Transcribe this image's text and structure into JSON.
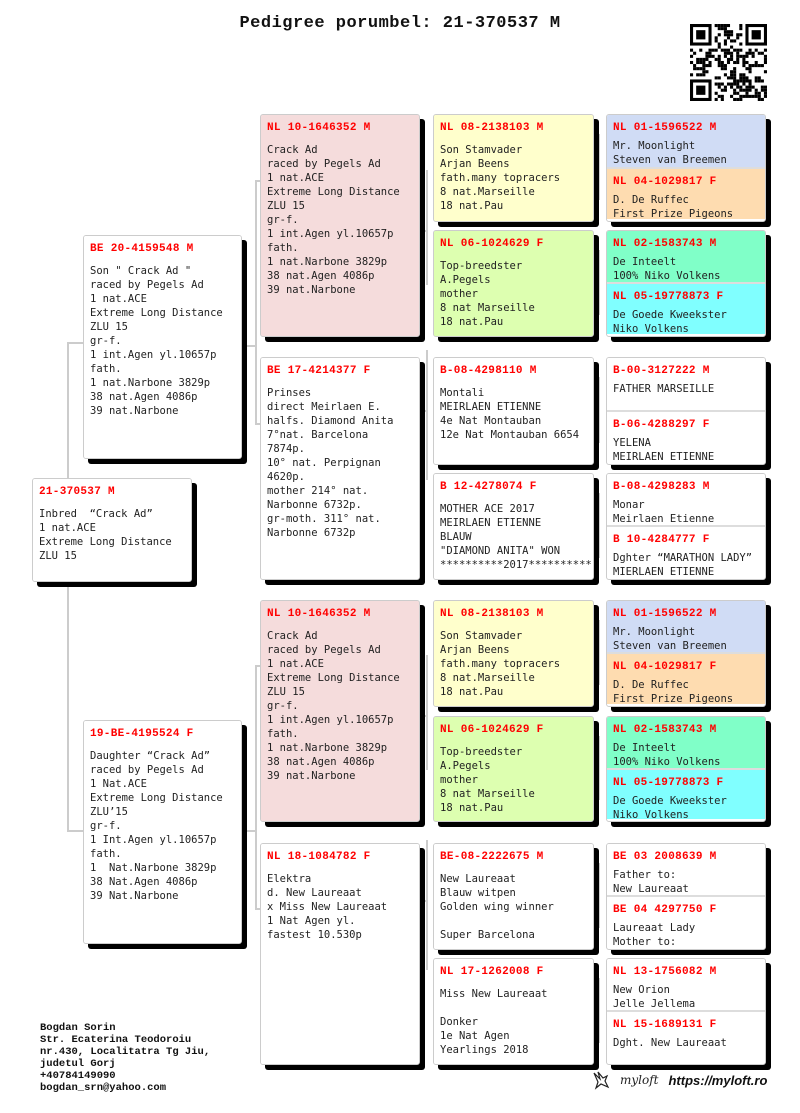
{
  "title": "Pedigree porumbel: 21-370537 M",
  "cards": [
    {
      "id": "subject",
      "header": "21-370537 M",
      "lines": [
        "Inbred  “Crack Ad”",
        "1 nat.ACE",
        "Extreme Long Distance",
        "ZLU 15"
      ],
      "color": "#ffffff"
    },
    {
      "id": "sire",
      "header": "BE 20-4159548 M",
      "lines": [
        "Son \" Crack Ad \"",
        "raced by Pegels Ad",
        "1 nat.ACE",
        "Extreme Long Distance",
        "ZLU 15",
        "gr-f.",
        "1 int.Agen yl.10657p",
        "fath.",
        "1 nat.Narbone 3829p",
        "38 nat.Agen 4086p",
        "39 nat.Narbone"
      ],
      "color": "#ffffff"
    },
    {
      "id": "dam",
      "header": "19-BE-4195524 F",
      "lines": [
        "Daughter “Crack Ad”",
        "raced by Pegels Ad",
        "1 Nat.ACE",
        "Extreme Long Distance",
        "ZLU’15",
        "gr-f.",
        "1 Int.Agen yl.10657p",
        "fath.",
        "1  Nat.Narbone 3829p",
        "38 Nat.Agen 4086p",
        "39 Nat.Narbone"
      ],
      "color": "#ffffff"
    },
    {
      "id": "ss",
      "header": "NL 10-1646352 M",
      "lines": [
        "Crack Ad",
        "raced by Pegels Ad",
        "1 nat.ACE",
        "Extreme Long Distance",
        "ZLU 15",
        "gr-f.",
        "1 int.Agen yl.10657p",
        "fath.",
        "1 nat.Narbone 3829p",
        "38 nat.Agen 4086p",
        "39 nat.Narbone"
      ],
      "color": "#f5dcdc"
    },
    {
      "id": "sd",
      "header": "BE 17-4214377 F",
      "lines": [
        "Prinses",
        "direct Meirlaen E.",
        "halfs. Diamond Anita",
        "7°nat. Barcelona",
        "7874p.",
        "10° nat. Perpignan",
        "4620p.",
        "mother 214° nat.",
        "Narbonne 6732p.",
        "gr-moth. 311° nat.",
        "Narbonne 6732p"
      ],
      "color": "#ffffff"
    },
    {
      "id": "ds",
      "header": "NL 10-1646352 M",
      "lines": [
        "Crack Ad",
        "raced by Pegels Ad",
        "1 nat.ACE",
        "Extreme Long Distance",
        "ZLU 15",
        "gr-f.",
        "1 int.Agen yl.10657p",
        "fath.",
        "1 nat.Narbone 3829p",
        "38 nat.Agen 4086p",
        "39 nat.Narbone"
      ],
      "color": "#f5dcdc"
    },
    {
      "id": "dd",
      "header": "NL 18-1084782 F",
      "lines": [
        "Elektra",
        "d. New Laureaat",
        "x Miss New Laureaat",
        "1 Nat Agen yl.",
        "fastest 10.530p"
      ],
      "color": "#ffffff"
    },
    {
      "id": "sss",
      "header": "NL 08-2138103 M",
      "lines": [
        "Son Stamvader",
        "Arjan Beens",
        "fath.many topracers",
        "8 nat.Marseille",
        "18 nat.Pau"
      ],
      "color": "#ffffcc"
    },
    {
      "id": "ssd",
      "header": "NL 06-1024629 F",
      "lines": [
        "Top-breedster",
        "A.Pegels",
        "mother",
        "8 nat Marseille",
        "18 nat.Pau"
      ],
      "color": "#ddffb0"
    },
    {
      "id": "sds",
      "header": "B-08-4298110 M",
      "lines": [
        "Montali",
        "MEIRLAEN ETIENNE",
        "4e Nat Montauban",
        "12e Nat Montauban 6654"
      ],
      "color": "#ffffff"
    },
    {
      "id": "sdd",
      "header": "B 12-4278074 F",
      "lines": [
        "MOTHER ACE 2017",
        "MEIRLAEN ETIENNE",
        "BLAUW",
        "\"DIAMOND ANITA\" WON",
        "**********2017**********"
      ],
      "color": "#ffffff"
    },
    {
      "id": "dss",
      "header": "NL 08-2138103 M",
      "lines": [
        "Son Stamvader",
        "Arjan Beens",
        "fath.many topracers",
        "8 nat.Marseille",
        "18 nat.Pau"
      ],
      "color": "#ffffcc"
    },
    {
      "id": "dsd",
      "header": "NL 06-1024629 F",
      "lines": [
        "Top-breedster",
        "A.Pegels",
        "mother",
        "8 nat Marseille",
        "18 nat.Pau"
      ],
      "color": "#ddffb0"
    },
    {
      "id": "dds",
      "header": "BE-08-2222675 M",
      "lines": [
        "New Laureaat",
        "Blauw witpen",
        "Golden wing winner",
        "",
        "Super Barcelona"
      ],
      "color": "#ffffff"
    },
    {
      "id": "ddd",
      "header": "NL 17-1262008 F",
      "lines": [
        "Miss New Laureaat",
        "",
        "Donker",
        "1e Nat Agen",
        "Yearlings 2018"
      ],
      "color": "#ffffff"
    }
  ],
  "gen4": [
    {
      "header": "NL 01-1596522 M",
      "lines": [
        "Mr. Moonlight",
        "Steven van Breemen"
      ],
      "color": "#d0dcf5"
    },
    {
      "header": "NL 04-1029817 F",
      "lines": [
        "D. De Ruffec",
        "First Prize Pigeons"
      ],
      "color": "#fedcb0"
    },
    {
      "header": "NL 02-1583743 M",
      "lines": [
        "De Inteelt",
        "100% Niko Volkens"
      ],
      "color": "#80ffc8"
    },
    {
      "header": "NL 05-19778873 F",
      "lines": [
        "De Goede Kweekster",
        "Niko Volkens"
      ],
      "color": "#80ffff"
    },
    {
      "header": "B-00-3127222 M",
      "lines": [
        "FATHER MARSEILLE"
      ],
      "color": "#ffffff"
    },
    {
      "header": "B-06-4288297 F",
      "lines": [
        "YELENA",
        "MEIRLAEN ETIENNE"
      ],
      "color": "#ffffff"
    },
    {
      "header": "B-08-4298283 M",
      "lines": [
        "Monar",
        "Meirlaen Etienne"
      ],
      "color": "#ffffff"
    },
    {
      "header": "B 10-4284777 F",
      "lines": [
        "Dghter “MARATHON LADY”",
        "MIERLAEN ETIENNE"
      ],
      "color": "#ffffff"
    },
    {
      "header": "NL 01-1596522 M",
      "lines": [
        "Mr. Moonlight",
        "Steven van Breemen"
      ],
      "color": "#d0dcf5"
    },
    {
      "header": "NL 04-1029817 F",
      "lines": [
        "D. De Ruffec",
        "First Prize Pigeons"
      ],
      "color": "#fedcb0"
    },
    {
      "header": "NL 02-1583743 M",
      "lines": [
        "De Inteelt",
        "100% Niko Volkens"
      ],
      "color": "#80ffc8"
    },
    {
      "header": "NL 05-19778873 F",
      "lines": [
        "De Goede Kweekster",
        "Niko Volkens"
      ],
      "color": "#80ffff"
    },
    {
      "header": "BE 03 2008639 M",
      "lines": [
        "Father to:",
        "New Laureaat"
      ],
      "color": "#ffffff"
    },
    {
      "header": "BE 04 4297750 F",
      "lines": [
        "Laureaat Lady",
        "Mother to:"
      ],
      "color": "#ffffff"
    },
    {
      "header": "NL 13-1756082 M",
      "lines": [
        "New Orion",
        "Jelle Jellema"
      ],
      "color": "#ffffff"
    },
    {
      "header": "NL 15-1689131 F",
      "lines": [
        "Dght. New Laureaat"
      ],
      "color": "#ffffff"
    }
  ],
  "owner": {
    "lines": [
      "Bogdan Sorin",
      "Str. Ecaterina Teodoroiu",
      "nr.430, Localitatra Tg Jiu,",
      "judetul Gorj",
      "+40784149090",
      "bogdan_srn@yahoo.com"
    ]
  },
  "brand": {
    "logo": "myloft",
    "url": "https://myloft.ro"
  },
  "icons": {
    "qr": "qr-code-icon",
    "logo": "pigeon-logo-icon"
  }
}
